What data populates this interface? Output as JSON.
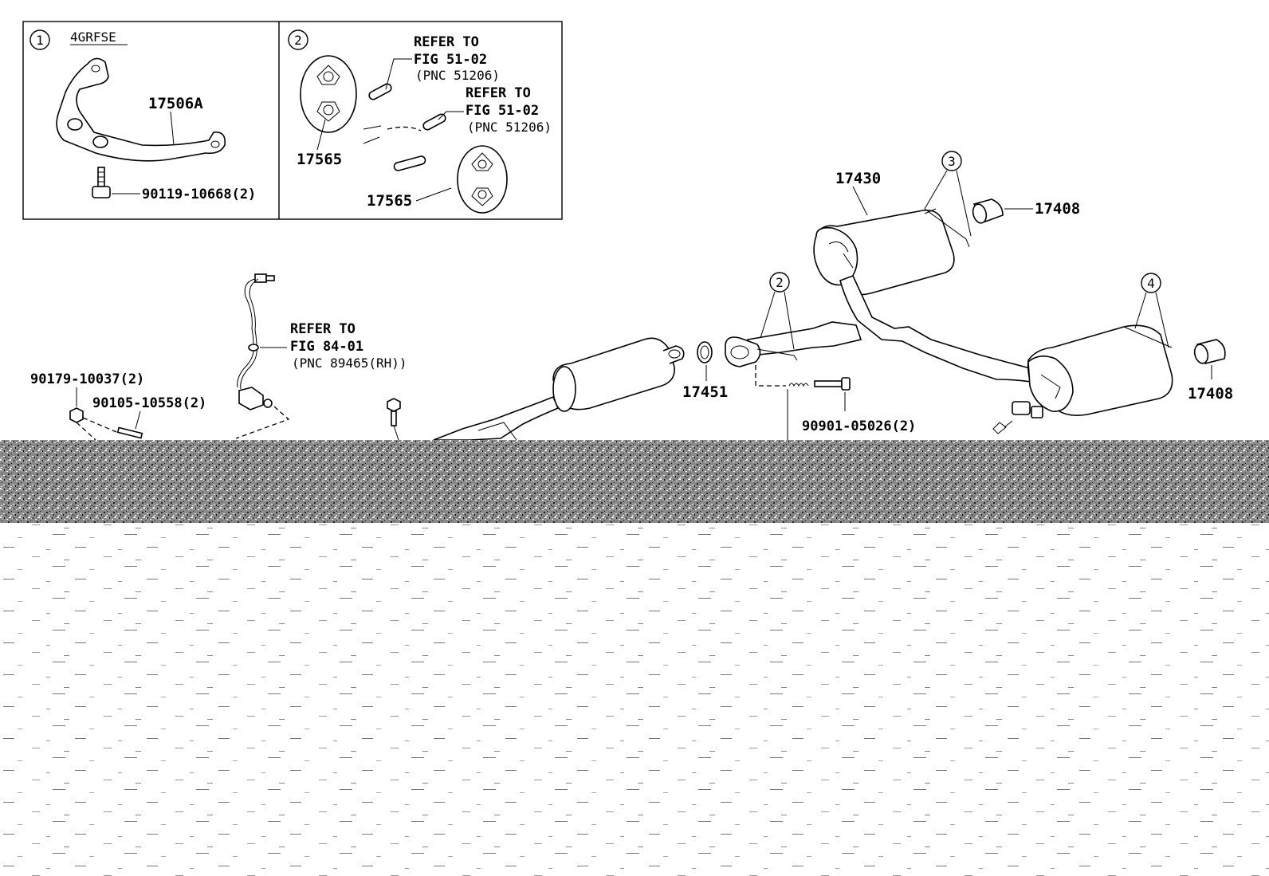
{
  "inset_1": {
    "callout": "1",
    "engine": "4GRFSE",
    "part_bracket": "17506A",
    "part_bolt": "90119-10668(2)"
  },
  "inset_2": {
    "callout": "2",
    "refer_a": [
      "REFER TO",
      "FIG 51-02",
      "(PNC 51206)"
    ],
    "refer_b": [
      "REFER TO",
      "FIG 51-02",
      "(PNC 51206)"
    ],
    "part_hanger_top": "17565",
    "part_hanger_bottom": "17565"
  },
  "main": {
    "part_nut": "90179-10037(2)",
    "part_stud": "90105-10558(2)",
    "refer_sensor": [
      "REFER TO",
      "FIG 84-01",
      "(PNC 89465(RH))"
    ],
    "part_gasket": "17451",
    "part_spring_bolt": "90901-05026(2)",
    "part_muffler": "17430",
    "part_tail_top": "17408",
    "part_tail_bottom": "17408",
    "callout_2": "2",
    "callout_3": "3",
    "callout_4": "4"
  }
}
